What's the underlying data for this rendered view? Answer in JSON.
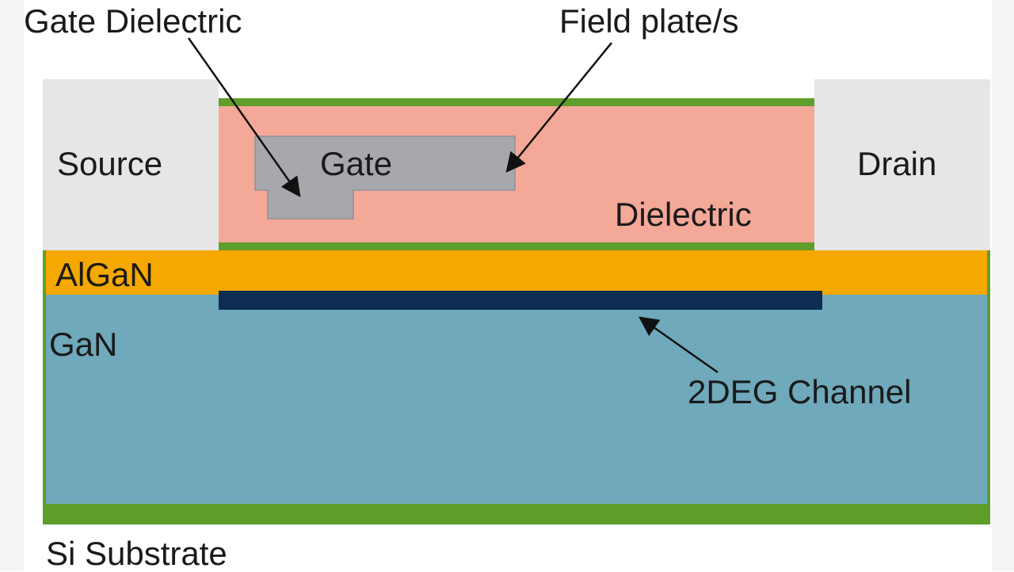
{
  "labels": {
    "gate_dielectric": "Gate Dielectric",
    "field_plate": "Field plate/s",
    "source": "Source",
    "drain": "Drain",
    "gate": "Gate",
    "dielectric": "Dielectric",
    "algan": "AlGaN",
    "gan": "GaN",
    "channel_2deg": "2DEG Channel",
    "si_substrate": "Si Substrate"
  },
  "colors": {
    "contact": "#e6e6e6",
    "dielectric": "#f4a898",
    "passivation": "#5f9e2a",
    "gate_metal": "#a7a8ae",
    "algan": "#f5a800",
    "gan": "#6fa9bb",
    "channel_2deg": "#0e2d52",
    "text": "#1a1a1a"
  }
}
